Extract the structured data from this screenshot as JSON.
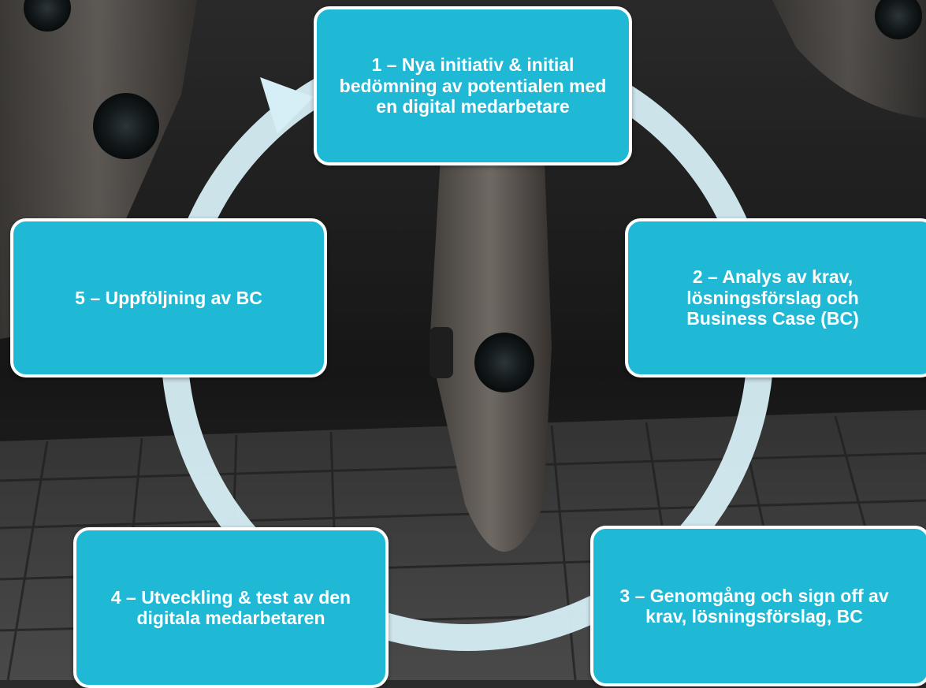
{
  "colors": {
    "box_fill": "#1fb9d6",
    "box_border": "#ffffff",
    "ring": "#d6eef5",
    "background": "#2b2b2b"
  },
  "steps": [
    {
      "label": "1 – Nya initiativ & initial bedömning av potentialen med en digital medarbetare"
    },
    {
      "label": "2 – Analys av krav, lösningsförslag och Business Case (BC)"
    },
    {
      "label": "3 – Genomgång och sign off av krav, lösningsförslag, BC"
    },
    {
      "label": "4 – Utveckling & test av den digitala medarbetaren"
    },
    {
      "label": "5 – Uppföljning av BC"
    }
  ]
}
